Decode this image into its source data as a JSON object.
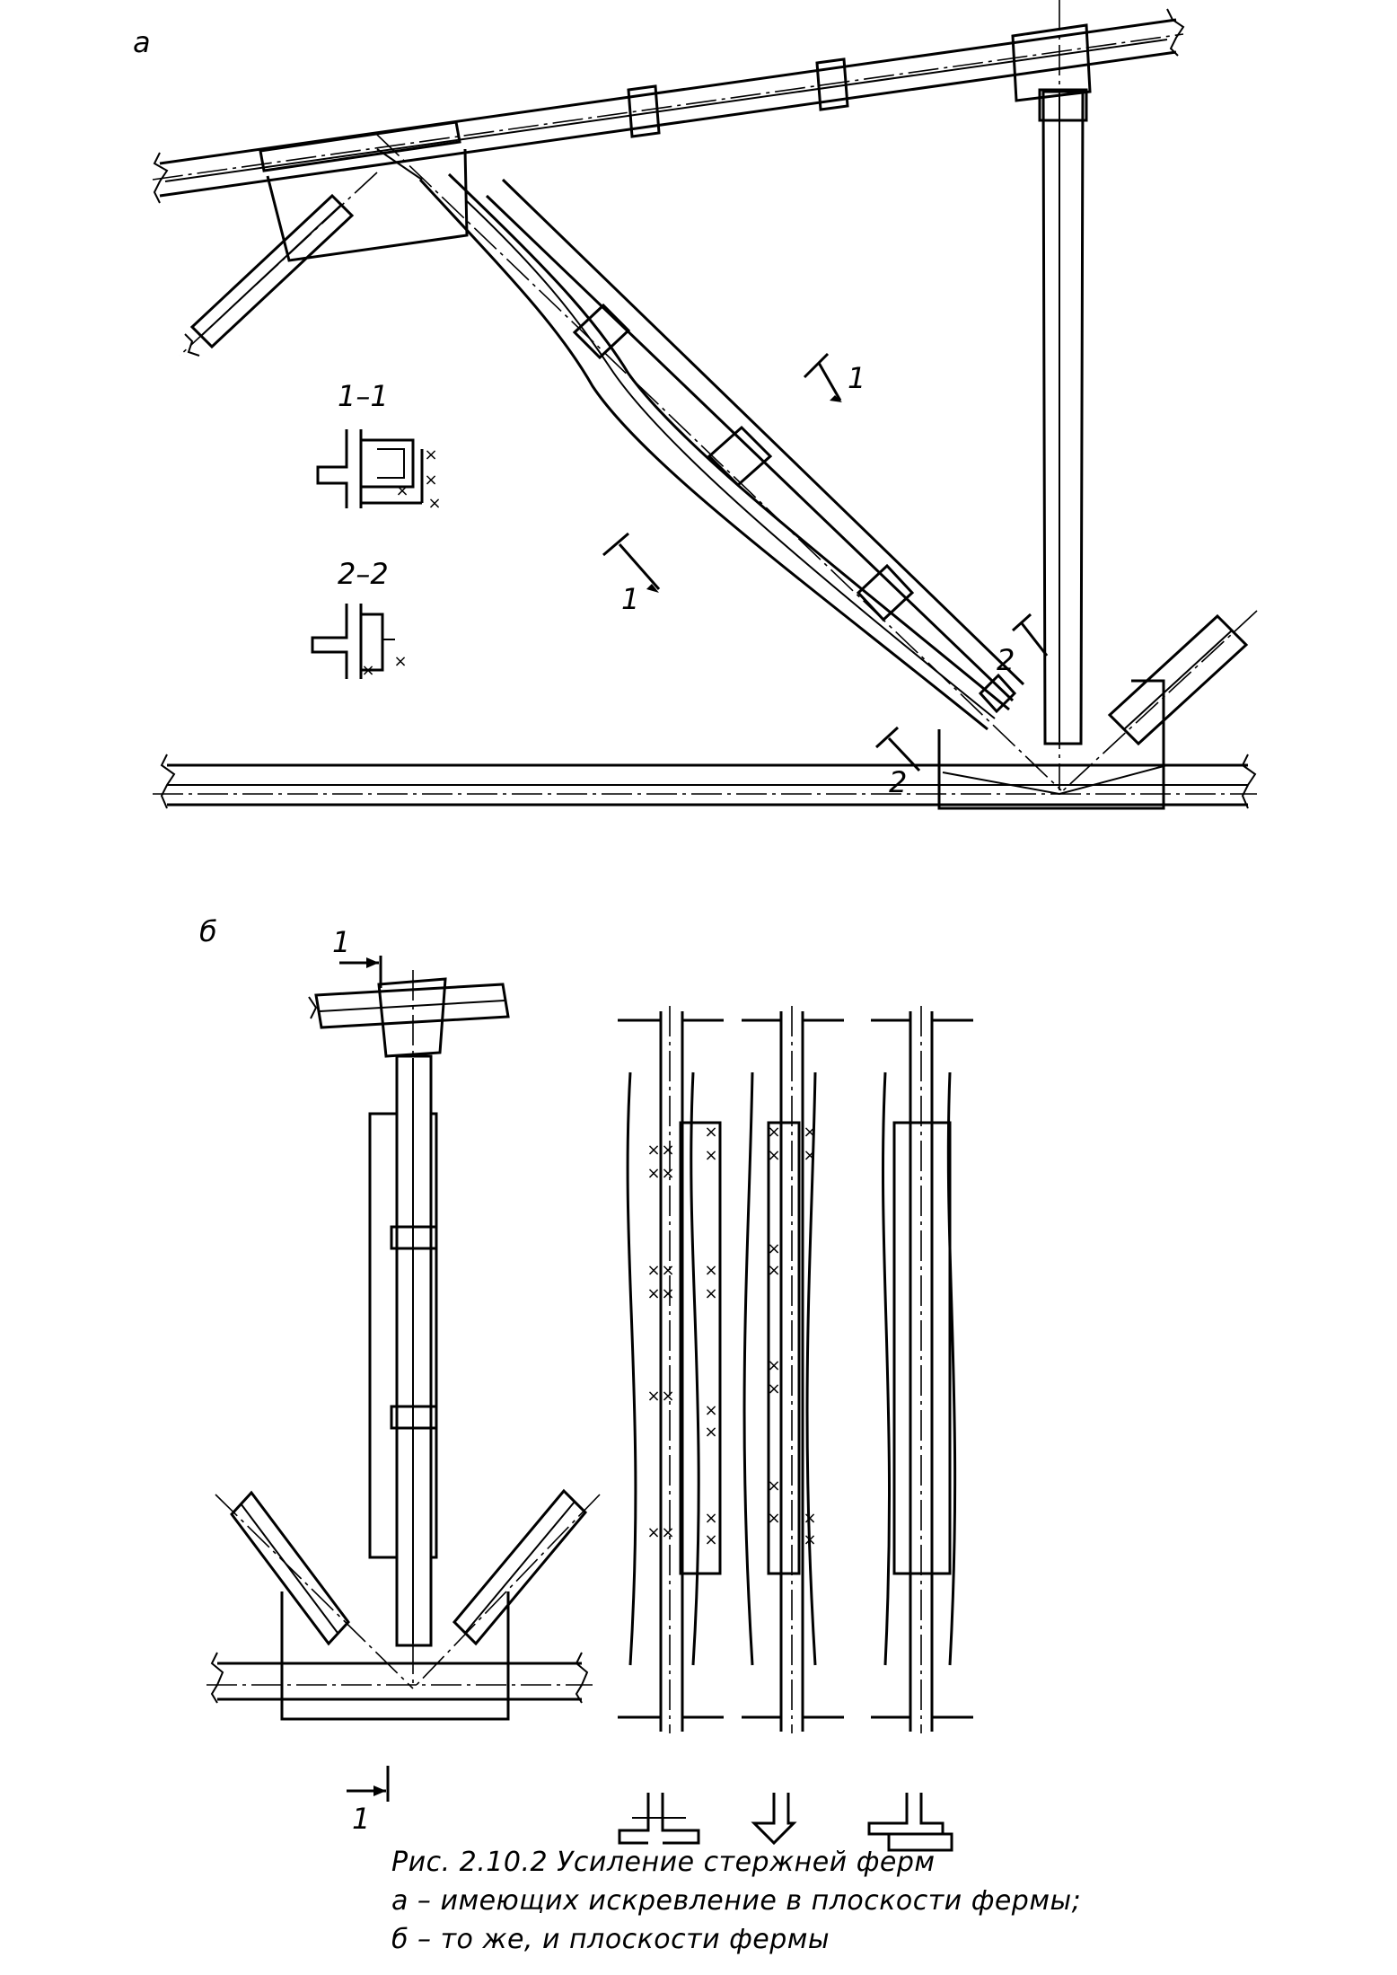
{
  "views": {
    "a": {
      "letter": "а",
      "section_1": "1–1",
      "section_2": "2–2",
      "cut_1": "1",
      "cut_2": "2"
    },
    "b": {
      "letter": "б",
      "cut_1": "1"
    }
  },
  "caption": {
    "title": "Рис. 2.10.2 Усиление стержней ферм",
    "line_a": "а – имеющих искревление в плоскости фермы;",
    "line_b": "б – то же, и плоскости фермы"
  }
}
